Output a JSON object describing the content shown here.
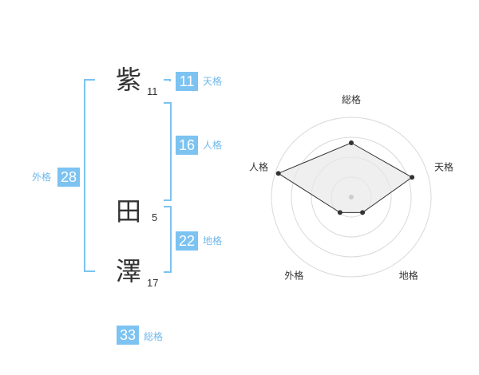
{
  "name": {
    "chars": [
      {
        "char": "紫",
        "strokes": "11"
      },
      {
        "char": "田",
        "strokes": "5"
      },
      {
        "char": "澤",
        "strokes": "17"
      }
    ]
  },
  "fortunes": {
    "ten": {
      "value": "11",
      "label": "天格"
    },
    "jin": {
      "value": "16",
      "label": "人格"
    },
    "chi": {
      "value": "22",
      "label": "地格"
    },
    "gai": {
      "value": "28",
      "label": "外格"
    },
    "sou": {
      "value": "33",
      "label": "総格"
    }
  },
  "colors": {
    "accent": "#7cc3f2",
    "text": "#333333",
    "radar_fill": "#e8e8e8",
    "radar_ring": "#d9d9d9"
  },
  "chart_data": {
    "type": "radar",
    "axes": [
      "総格",
      "天格",
      "地格",
      "外格",
      "人格"
    ],
    "values": [
      0.68,
      0.8,
      0.24,
      0.24,
      0.96
    ],
    "rings": 4,
    "range": [
      0,
      1
    ]
  }
}
